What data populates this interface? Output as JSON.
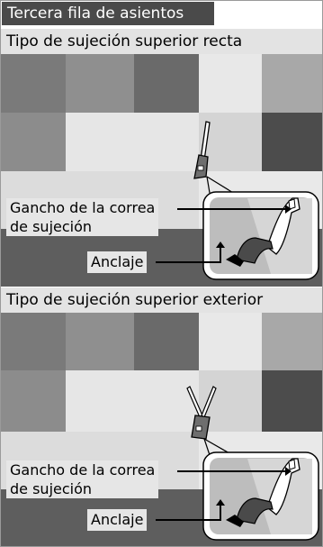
{
  "section": {
    "title": "Tercera fila de asientos"
  },
  "figures": [
    {
      "subtitle": "Tipo de sujeción superior recta",
      "hook_label_line1": "Gancho de la correa",
      "hook_label_line2": "de sujeción",
      "anchor_label": "Anclaje",
      "variant": "straight"
    },
    {
      "subtitle": "Tipo de sujeción superior exterior",
      "hook_label_line1": "Gancho de la correa",
      "hook_label_line2": "de sujeción",
      "anchor_label": "Anclaje",
      "variant": "outer"
    }
  ],
  "colors": {
    "header_bg": "#4a4a4a",
    "subtitle_bg": "#e3e3e3",
    "label_bg": "#e6e6e6",
    "callout_bg": "#bdbdbd",
    "mosaic_tiles": [
      "#7a7a7a",
      "#8f8f8f",
      "#6a6a6a",
      "#e8e8e8",
      "#a8a8a8",
      "#d4d4d4",
      "#4c4c4c",
      "#5e5e5e"
    ]
  },
  "icons": [
    "tether-strap-hook-icon",
    "anchor-bracket-icon",
    "leader-line-arrow-icon"
  ]
}
